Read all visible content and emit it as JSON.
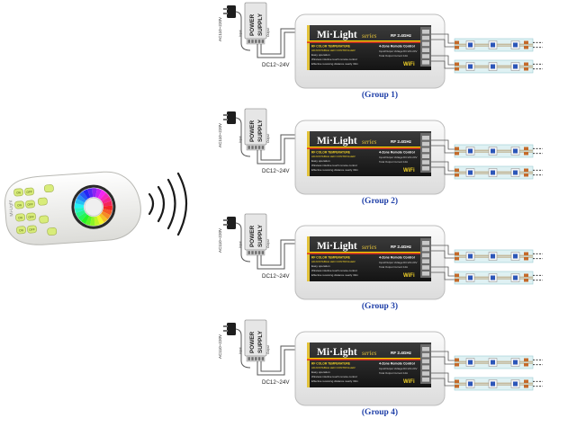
{
  "remote": {
    "brand": "Mi-Light",
    "buttons": [
      "ON",
      "OFF",
      "ON",
      "OFF",
      "ON",
      "OFF",
      "ON",
      "OFF"
    ]
  },
  "colors": {
    "remote_body": "#f4f4f2",
    "button_green": "#d8ec7a",
    "controller_body": "#f2f2f2",
    "label_dark": "#232323",
    "wire": "#555555",
    "led_strip": "#dff1f3",
    "led_chip": "#2c56b8",
    "connector": "#c46a2a"
  },
  "groups": [
    {
      "caption": "(Group 1)",
      "ac_label": "AC110~220V",
      "dc_label": "DC12~24V",
      "psu_label": [
        "POWER",
        "SUPPLY"
      ],
      "input_label": "Input",
      "output_label": "Output",
      "controller": {
        "brand": "Mi·Light",
        "series": "series",
        "band": "RF 2.4GHz",
        "line1": "RF COLOR TEMPERATURE",
        "line2": "ADJUSTABLE LED CONTROLLER",
        "line3": "Easy operation",
        "line4": "Wireless intuitive touch remote control",
        "line5": "Effective receiving distance nearly 30m",
        "zone": "4-Zone Remote Control",
        "spec1": "Input/Output Voltage:DC12V-24V",
        "spec2": "Total Output Current:12A",
        "wifi": "WiFi"
      }
    },
    {
      "caption": "(Group 2)",
      "ac_label": "AC110~220V",
      "dc_label": "DC12~24V",
      "psu_label": [
        "POWER",
        "SUPPLY"
      ],
      "input_label": "Input",
      "output_label": "Output",
      "controller": {
        "brand": "Mi·Light",
        "series": "series",
        "band": "RF 2.4GHz",
        "line1": "RF COLOR TEMPERATURE",
        "line2": "ADJUSTABLE LED CONTROLLER",
        "line3": "Easy operation",
        "line4": "Wireless intuitive touch remote control",
        "line5": "Effective receiving distance nearly 30m",
        "zone": "4-Zone Remote Control",
        "spec1": "Input/Output Voltage:DC12V-24V",
        "spec2": "Total Output Current:12A",
        "wifi": "WiFi"
      }
    },
    {
      "caption": "(Group 3)",
      "ac_label": "AC110~220V",
      "dc_label": "DC12~24V",
      "psu_label": [
        "POWER",
        "SUPPLY"
      ],
      "input_label": "Input",
      "output_label": "Output",
      "controller": {
        "brand": "Mi·Light",
        "series": "series",
        "band": "RF 2.4GHz",
        "line1": "RF COLOR TEMPERATURE",
        "line2": "ADJUSTABLE LED CONTROLLER",
        "line3": "Easy operation",
        "line4": "Wireless intuitive touch remote control",
        "line5": "Effective receiving distance nearly 30m",
        "zone": "4-Zone Remote Control",
        "spec1": "Input/Output Voltage:DC12V-24V",
        "spec2": "Total Output Current:12A",
        "wifi": "WiFi"
      }
    },
    {
      "caption": "(Group 4)",
      "ac_label": "AC110~220V",
      "dc_label": "DC12~24V",
      "psu_label": [
        "POWER",
        "SUPPLY"
      ],
      "input_label": "Input",
      "output_label": "Output",
      "controller": {
        "brand": "Mi·Light",
        "series": "series",
        "band": "RF 2.4GHz",
        "line1": "RF COLOR TEMPERATURE",
        "line2": "ADJUSTABLE LED CONTROLLER",
        "line3": "Easy operation",
        "line4": "Wireless intuitive touch remote control",
        "line5": "Effective receiving distance nearly 30m",
        "zone": "4-Zone Remote Control",
        "spec1": "Input/Output Voltage:DC12V-24V",
        "spec2": "Total Output Current:12A",
        "wifi": "WiFi"
      }
    }
  ]
}
